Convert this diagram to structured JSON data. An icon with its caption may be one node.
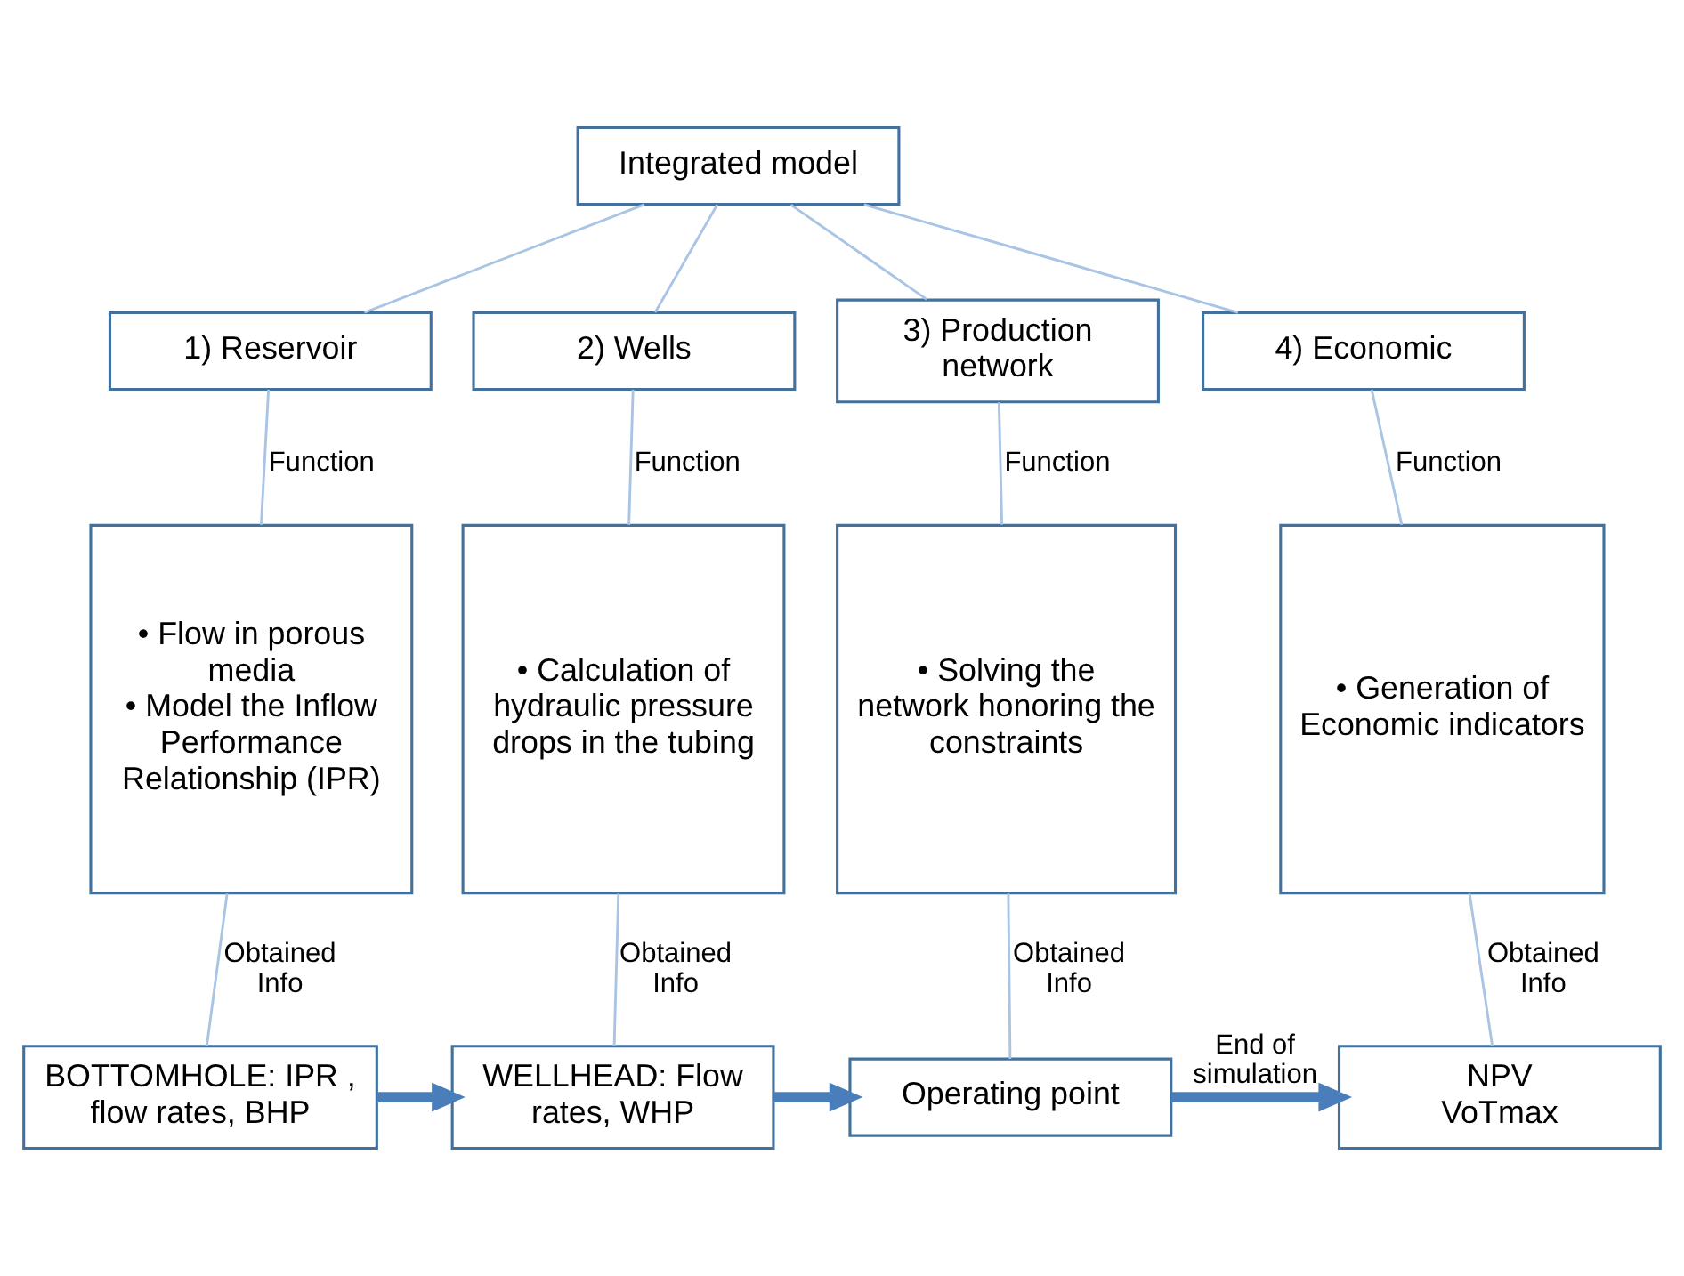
{
  "diagram": {
    "nodes": [
      {
        "text": [
          "Integrated model"
        ]
      },
      {
        "text": [
          "1) Reservoir"
        ]
      },
      {
        "text": [
          "2) Wells"
        ]
      },
      {
        "text": [
          "3) Production network"
        ]
      },
      {
        "text": [
          "4) Economic"
        ]
      },
      {
        "text": [
          "• Flow in porous media",
          "• Model the Inflow Performance Relationship (IPR)"
        ]
      },
      {
        "text": [
          "• Calculation of hydraulic pressure drops in the tubing"
        ]
      },
      {
        "text": [
          "• Solving the network honoring the constraints"
        ]
      },
      {
        "text": [
          "• Generation of Economic indicators"
        ]
      },
      {
        "text": [
          "BOTTOMHOLE: IPR , flow rates, BHP"
        ]
      },
      {
        "text": [
          "WELLHEAD: Flow rates, WHP"
        ]
      },
      {
        "text": [
          "Operating point"
        ]
      },
      {
        "text": [
          "NPV",
          "VoTmax"
        ]
      }
    ],
    "edges": [
      {
        "from": 0,
        "to": 1,
        "arrow": "none"
      },
      {
        "from": 0,
        "to": 2,
        "arrow": "none"
      },
      {
        "from": 0,
        "to": 3,
        "arrow": "none"
      },
      {
        "from": 0,
        "to": 4,
        "arrow": "none"
      },
      {
        "from": 1,
        "to": 5,
        "arrow": "none",
        "label": "Function"
      },
      {
        "from": 2,
        "to": 6,
        "arrow": "none",
        "label": "Function"
      },
      {
        "from": 3,
        "to": 7,
        "arrow": "none",
        "label": "Function"
      },
      {
        "from": 4,
        "to": 8,
        "arrow": "none",
        "label": "Function"
      },
      {
        "from": 5,
        "to": 9,
        "arrow": "none",
        "label": "Obtained Info"
      },
      {
        "from": 6,
        "to": 10,
        "arrow": "none",
        "label": "Obtained Info"
      },
      {
        "from": 7,
        "to": 11,
        "arrow": "none",
        "label": "Obtained Info"
      },
      {
        "from": 8,
        "to": 12,
        "arrow": "none",
        "label": "Obtained Info"
      },
      {
        "from": 9,
        "to": 10,
        "arrow": "to",
        "style": "thick",
        "color": "#4a7ebb"
      },
      {
        "from": 10,
        "to": 11,
        "arrow": "to",
        "style": "thick",
        "color": "#4a7ebb"
      },
      {
        "from": 11,
        "to": 12,
        "arrow": "to",
        "style": "thick",
        "color": "#4a7ebb",
        "label": "End of simulation"
      }
    ]
  }
}
